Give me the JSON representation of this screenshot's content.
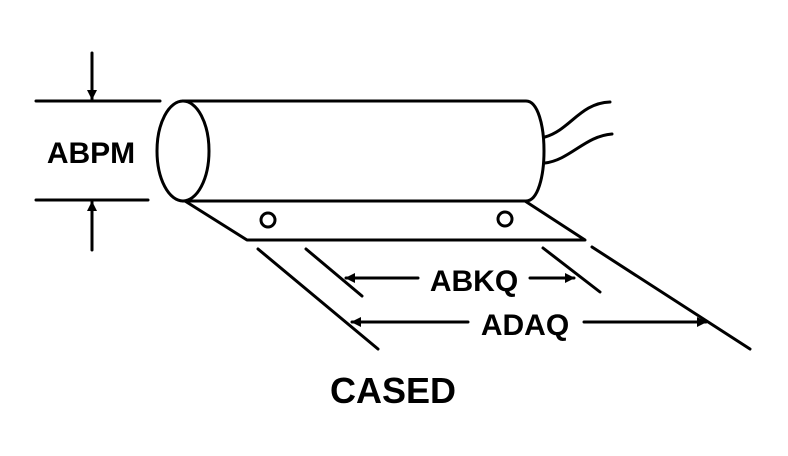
{
  "diagram": {
    "labels": {
      "height_dimension": "ABPM",
      "inner_length_dimension": "ABKQ",
      "outer_length_dimension": "ADAQ",
      "caption": "CASED"
    }
  }
}
